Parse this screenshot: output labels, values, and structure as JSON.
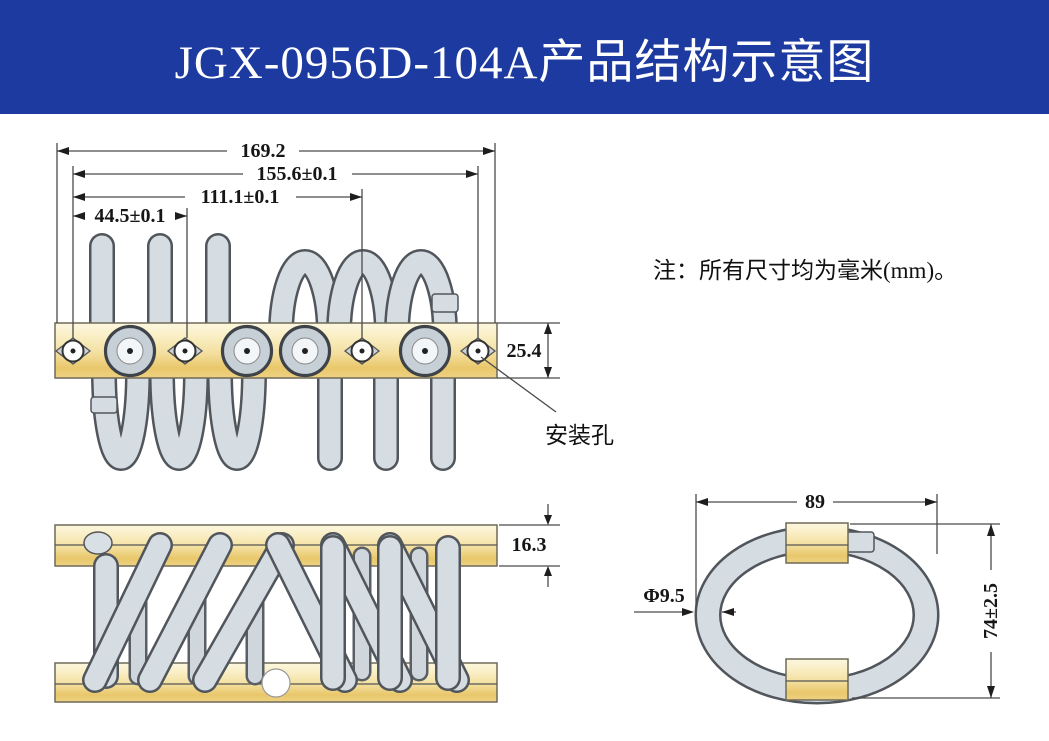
{
  "title": "JGX-0956D-104A产品结构示意图",
  "note": "注：所有尺寸均为毫米(mm)。",
  "colors": {
    "banner_blue": "#1c3a9f",
    "plate_gold": "#e9c76b",
    "wire_gray": "#d6dde2",
    "outline_dark": "#51565c"
  },
  "top_view": {
    "dim_overall_width": "169.2",
    "dim_hole_span_outer": "155.6±0.1",
    "dim_hole_span_mid": "111.1±0.1",
    "dim_hole_span_inner": "44.5±0.1",
    "dim_plate_width": "25.4",
    "mount_hole_label": "安装孔"
  },
  "side_view": {
    "dim_plate_thickness": "16.3"
  },
  "end_view": {
    "dim_ring_width": "89",
    "dim_ring_height": "74±2.5",
    "dim_wire_diameter": "Φ9.5"
  }
}
